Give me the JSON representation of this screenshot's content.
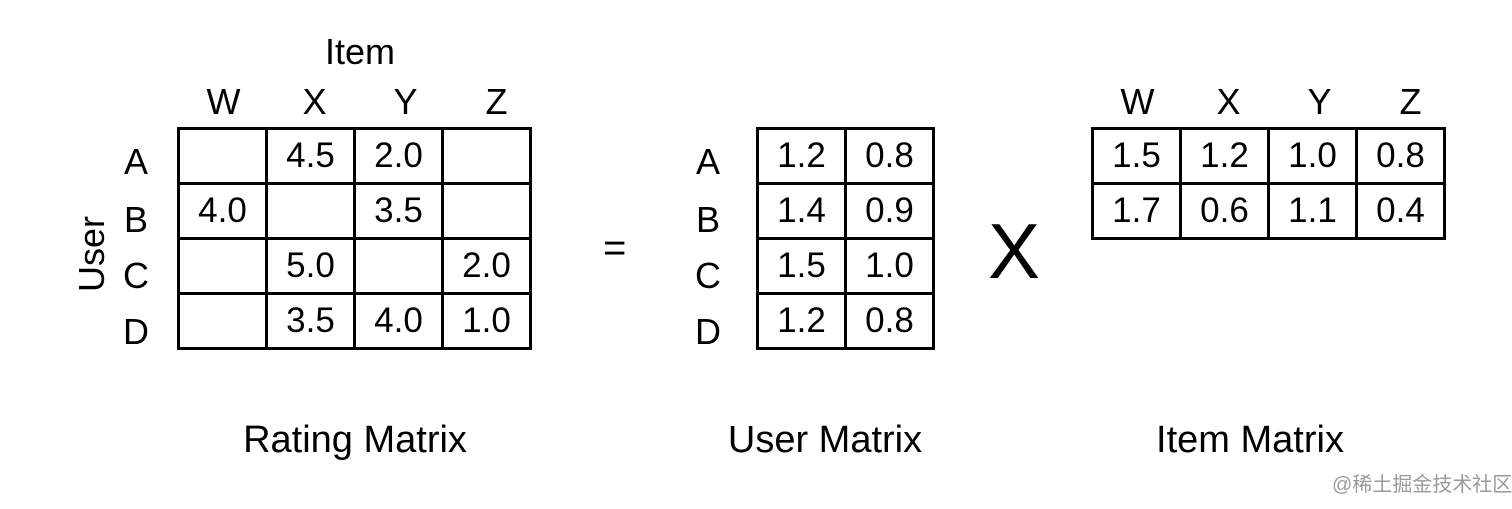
{
  "rating_matrix": {
    "item_axis_label": "Item",
    "user_axis_label": "User",
    "columns": [
      "W",
      "X",
      "Y",
      "Z"
    ],
    "rows": [
      "A",
      "B",
      "C",
      "D"
    ],
    "cells": [
      [
        "",
        "4.5",
        "2.0",
        ""
      ],
      [
        "4.0",
        "",
        "3.5",
        ""
      ],
      [
        "",
        "5.0",
        "",
        "2.0"
      ],
      [
        "",
        "3.5",
        "4.0",
        "1.0"
      ]
    ],
    "caption": "Rating Matrix"
  },
  "equals_sign": "=",
  "user_matrix": {
    "rows": [
      "A",
      "B",
      "C",
      "D"
    ],
    "cells": [
      [
        "1.2",
        "0.8"
      ],
      [
        "1.4",
        "0.9"
      ],
      [
        "1.5",
        "1.0"
      ],
      [
        "1.2",
        "0.8"
      ]
    ],
    "caption": "User Matrix"
  },
  "times_sign": "X",
  "item_matrix": {
    "columns": [
      "W",
      "X",
      "Y",
      "Z"
    ],
    "cells": [
      [
        "1.5",
        "1.2",
        "1.0",
        "0.8"
      ],
      [
        "1.7",
        "0.6",
        "1.1",
        "0.4"
      ]
    ],
    "caption": "Item Matrix"
  },
  "watermark": "@稀土掘金技术社区"
}
